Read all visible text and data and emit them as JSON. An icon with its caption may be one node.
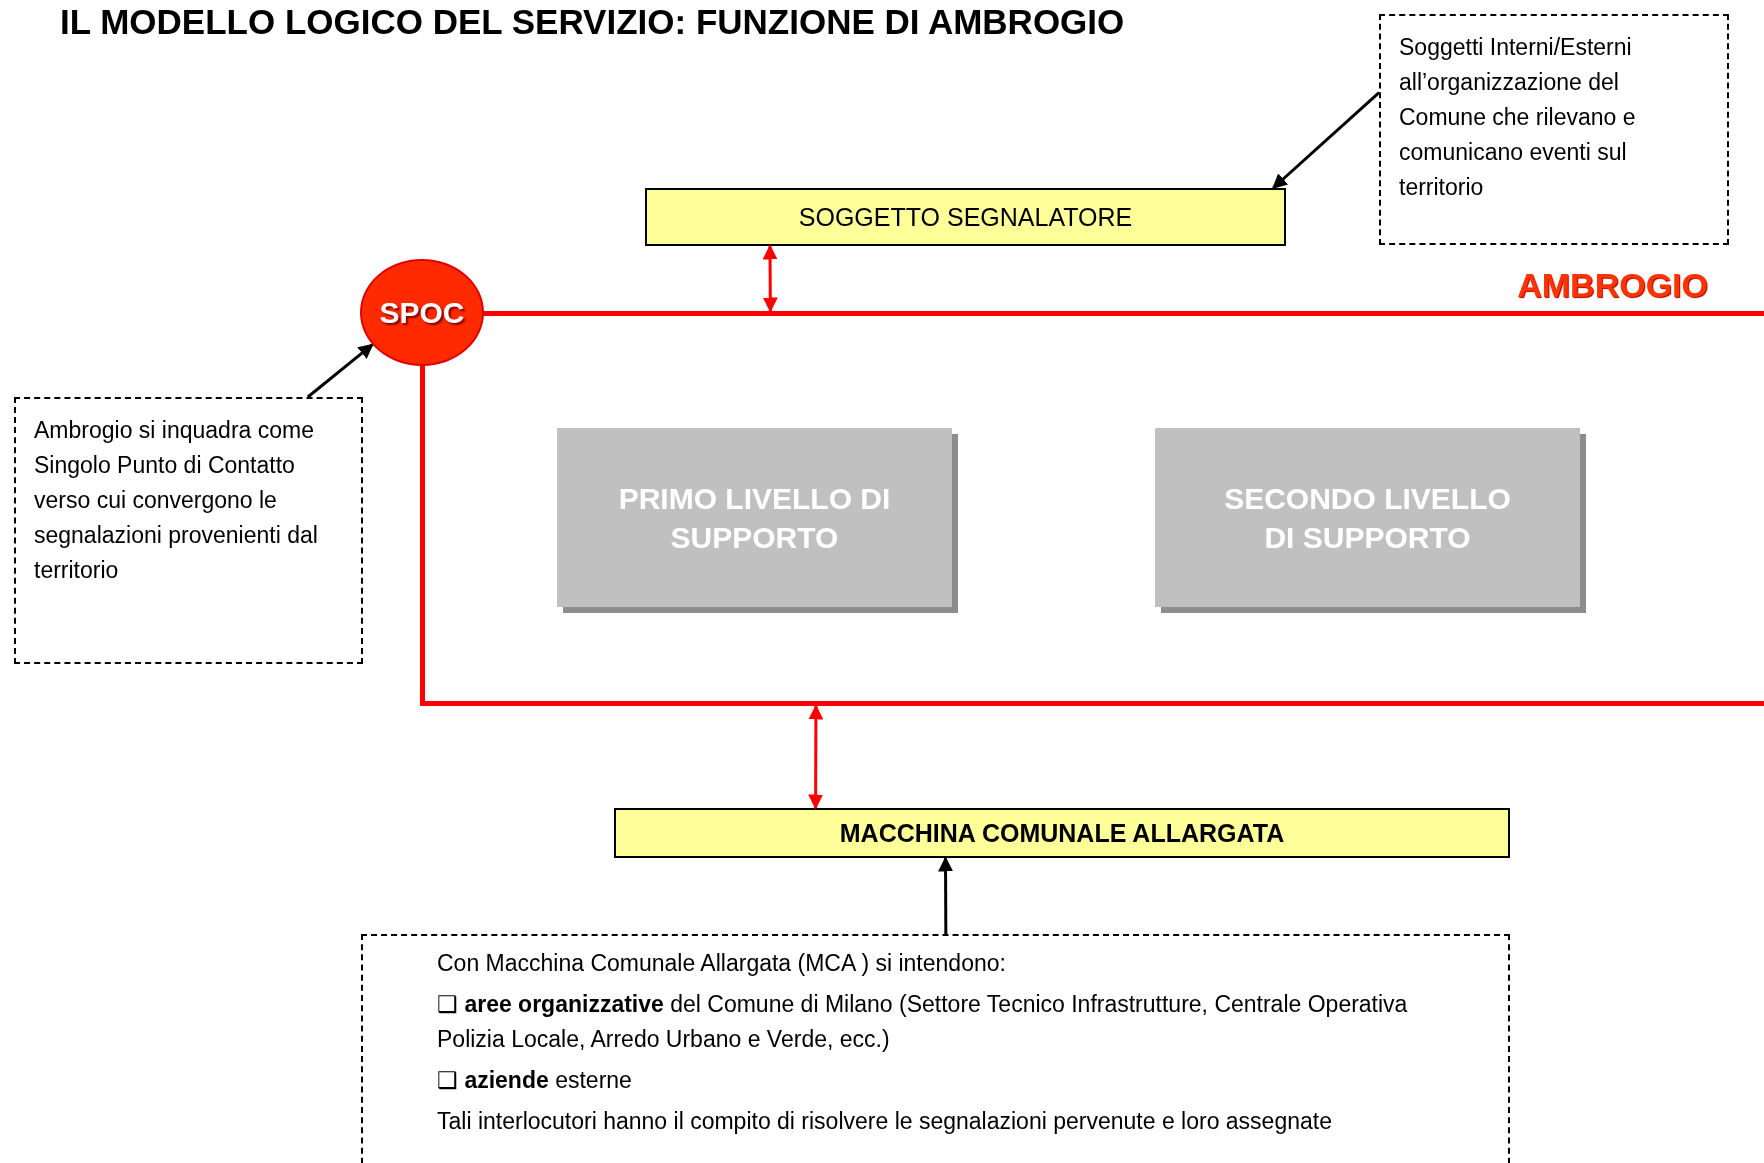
{
  "diagram": {
    "title": "IL MODELLO LOGICO DEL SERVIZIO: FUNZIONE DI AMBROGIO",
    "nodes": [
      {
        "text": [
          "Soggetti Interni/Esterni all’organizzazione del Comune che rilevano e comunicano eventi sul territorio"
        ]
      },
      {
        "text": [
          "SOGGETTO SEGNALATORE"
        ]
      },
      {
        "text": [
          "SPOC"
        ]
      },
      {
        "text": [
          "AMBROGIO"
        ]
      },
      {
        "text": [
          "PRIMO LIVELLO DI SUPPORTO"
        ],
        "in": 3
      },
      {
        "text": [
          "SECONDO LIVELLO DI SUPPORTO"
        ],
        "in": 3
      },
      {
        "text": [
          "Ambrogio si inquadra come Singolo Punto di Contatto verso cui convergono le segnalazioni provenienti dal territorio"
        ]
      },
      {
        "text": [
          "MACCHINA COMUNALE ALLARGATA"
        ]
      },
      {
        "text": [
          "Con Macchina Comunale Allargata (MCA ) si intendono:",
          "❑ **aree organizzative** del Comune di Milano (Settore Tecnico Infrastrutture, Centrale Operativa Polizia Locale, Arredo Urbano e Verde, ecc.)",
          "❑ **aziende** esterne",
          "Tali interlocutori hanno il compito di risolvere le segnalazioni pervenute e loro assegnate"
        ]
      }
    ],
    "edges": [
      {
        "from": 0,
        "to": 1,
        "arrow": "to"
      },
      {
        "from": 1,
        "to": 3,
        "arrow": "both",
        "color": "#ff0000"
      },
      {
        "from": 6,
        "to": 2,
        "arrow": "to"
      },
      {
        "from": 3,
        "to": 7,
        "arrow": "both",
        "color": "#ff0000"
      },
      {
        "from": 8,
        "to": 7,
        "arrow": "to"
      }
    ]
  }
}
